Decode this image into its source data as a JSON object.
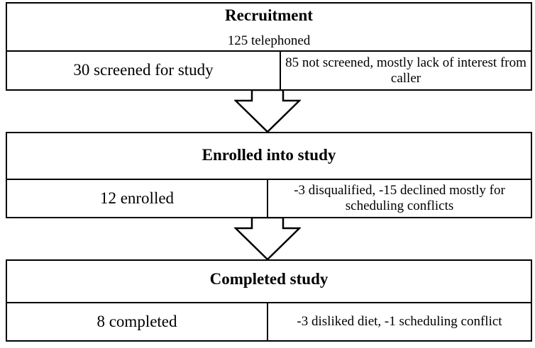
{
  "stages": [
    {
      "title": "Recruitment",
      "subtitle": "125 telephoned",
      "left": "30 screened for study",
      "right": "85 not screened, mostly lack of interest from caller"
    },
    {
      "title": "Enrolled into study",
      "left": "12 enrolled",
      "right": "-3 disqualified, -15 declined mostly for scheduling conflicts"
    },
    {
      "title": "Completed study",
      "left": "8 completed",
      "right": "-3 disliked diet, -1 scheduling conflict"
    }
  ]
}
